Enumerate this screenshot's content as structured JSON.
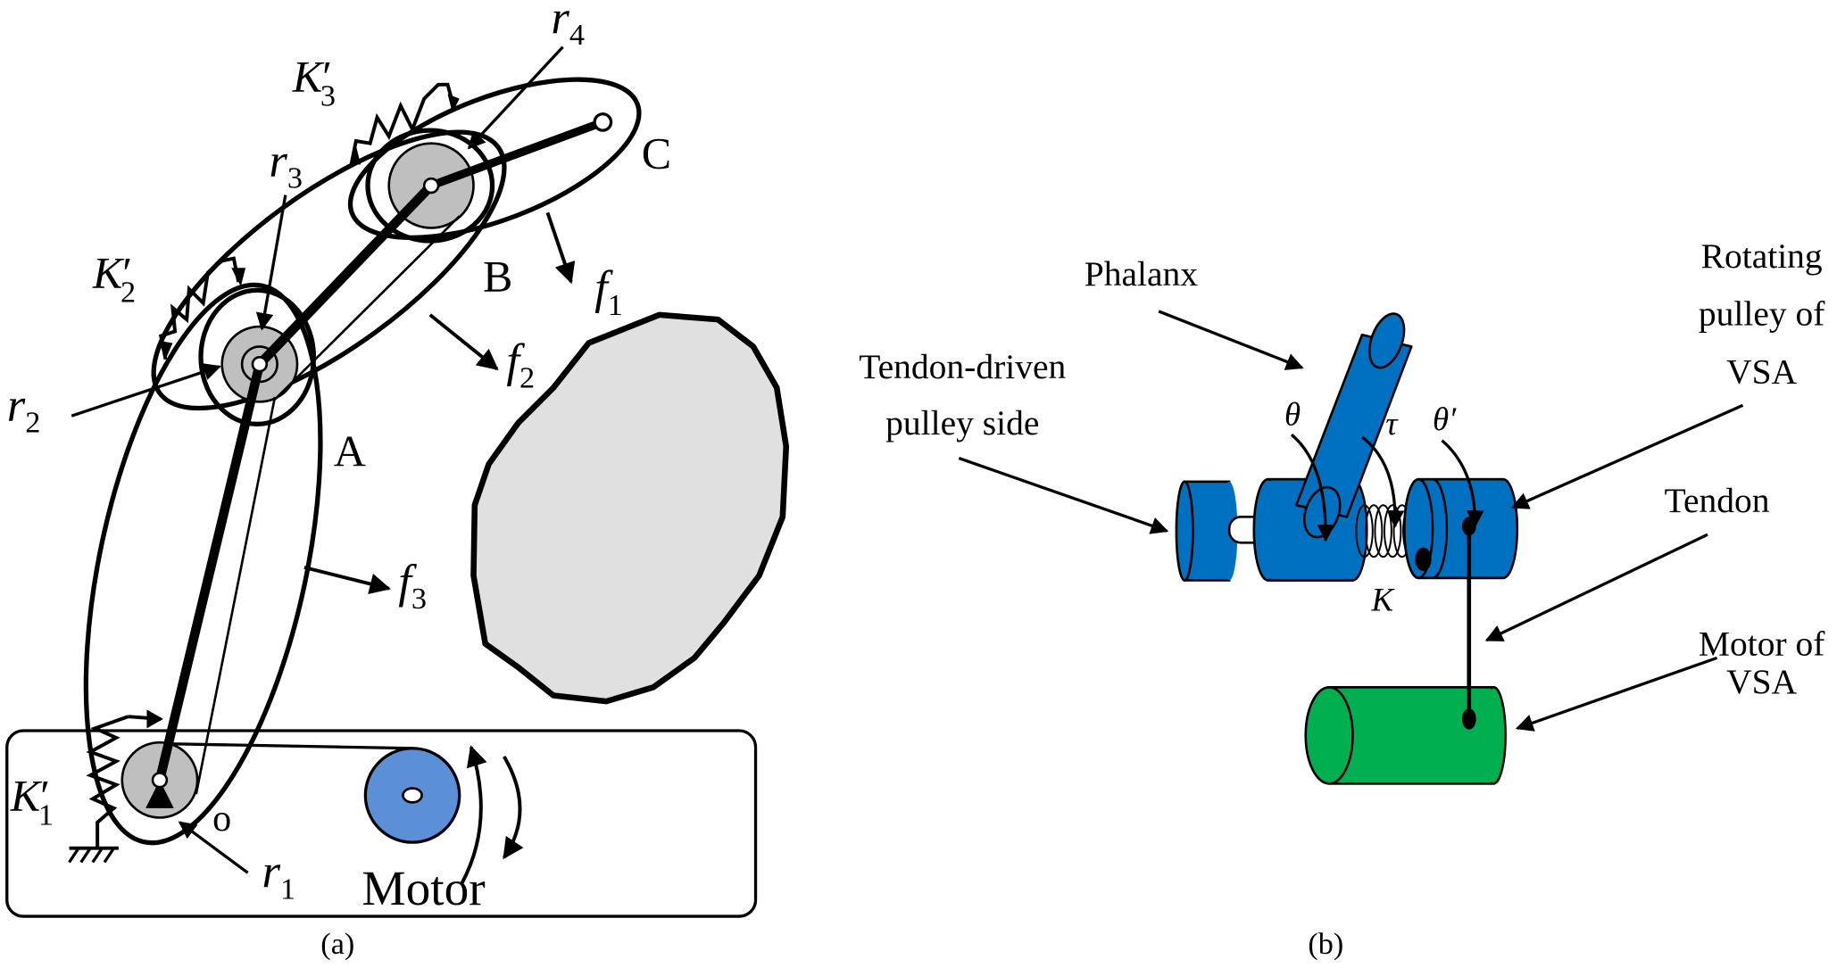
{
  "panel_a": {
    "caption": "(a)",
    "points": {
      "C": "C",
      "B": "B",
      "A": "A",
      "O": "o"
    },
    "motor_label": "Motor",
    "radii": [
      {
        "base": "r",
        "sub": "1"
      },
      {
        "base": "r",
        "sub": "2"
      },
      {
        "base": "r",
        "sub": "3"
      },
      {
        "base": "r",
        "sub": "4"
      }
    ],
    "springs": [
      {
        "base": "K",
        "prime": "′",
        "sub": "1"
      },
      {
        "base": "K",
        "prime": "′",
        "sub": "2"
      },
      {
        "base": "K",
        "prime": "′",
        "sub": "3"
      }
    ],
    "forces": [
      {
        "base": "f",
        "sub": "1"
      },
      {
        "base": "f",
        "sub": "2"
      },
      {
        "base": "f",
        "sub": "3"
      }
    ],
    "colors": {
      "motor": "#5b8fd8",
      "pulley": "#bfbfbf",
      "obstacle": "#e0e0e0"
    }
  },
  "panel_b": {
    "caption": "(b)",
    "phalanx": "Phalanx",
    "tendon_driven": [
      "Tendon-driven",
      "pulley side"
    ],
    "rotating_pulley": [
      "Rotating",
      "pulley of",
      "VSA"
    ],
    "tendon": "Tendon",
    "motor_vsa": [
      "Motor of",
      "VSA"
    ],
    "theta": "θ",
    "tau": "τ",
    "theta_prime": "θ′",
    "stiffness": "K",
    "colors": {
      "pulley": "#0070c0",
      "motor": "#00b050"
    }
  }
}
